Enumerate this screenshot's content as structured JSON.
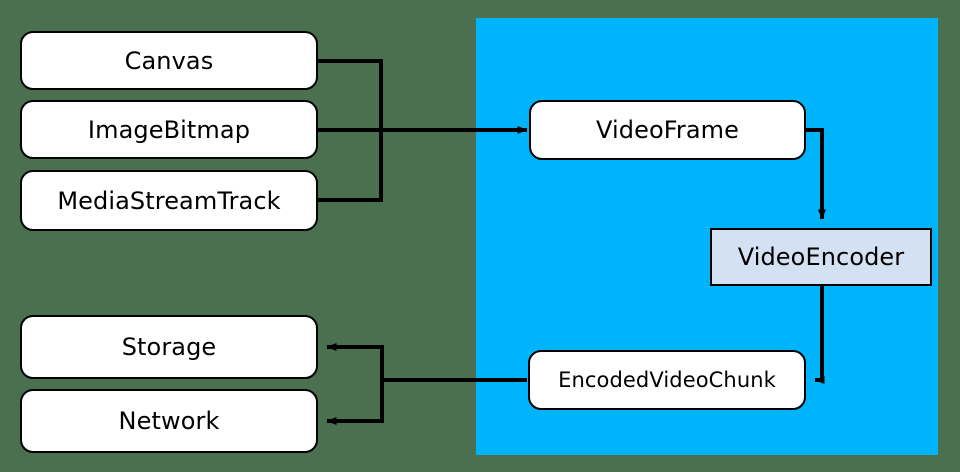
{
  "diagram": {
    "title": "WebCodecs video encoding dataflow",
    "background_color": "#4a7050",
    "panel_color": "#00b4fc",
    "node_fill": "#ffffff",
    "encoder_fill": "#d4e1f2",
    "stroke_color": "#000000"
  },
  "panel": {
    "label": "webcodecs-scope-panel"
  },
  "sources": [
    {
      "id": "canvas",
      "label": "Canvas"
    },
    {
      "id": "imagebitmap",
      "label": "ImageBitmap"
    },
    {
      "id": "mediastreamtrack",
      "label": "MediaStreamTrack"
    }
  ],
  "sinks": [
    {
      "id": "storage",
      "label": "Storage"
    },
    {
      "id": "network",
      "label": "Network"
    }
  ],
  "pipeline": [
    {
      "id": "videoframe",
      "label": "VideoFrame"
    },
    {
      "id": "videoencoder",
      "label": "VideoEncoder"
    },
    {
      "id": "encodedvideochunk",
      "label": "EncodedVideoChunk"
    }
  ],
  "edges": [
    {
      "id": "sources-to-videoframe",
      "from": "sources",
      "to": "videoframe",
      "arrow": true
    },
    {
      "id": "videoframe-to-videoencoder",
      "from": "videoframe",
      "to": "videoencoder",
      "arrow": true
    },
    {
      "id": "videoencoder-to-encodedvideochunk",
      "from": "videoencoder",
      "to": "encodedvideochunk",
      "arrow": true
    },
    {
      "id": "encodedvideochunk-to-storage",
      "from": "encodedvideochunk",
      "to": "storage",
      "arrow": true
    },
    {
      "id": "encodedvideochunk-to-network",
      "from": "encodedvideochunk",
      "to": "network",
      "arrow": true
    }
  ]
}
